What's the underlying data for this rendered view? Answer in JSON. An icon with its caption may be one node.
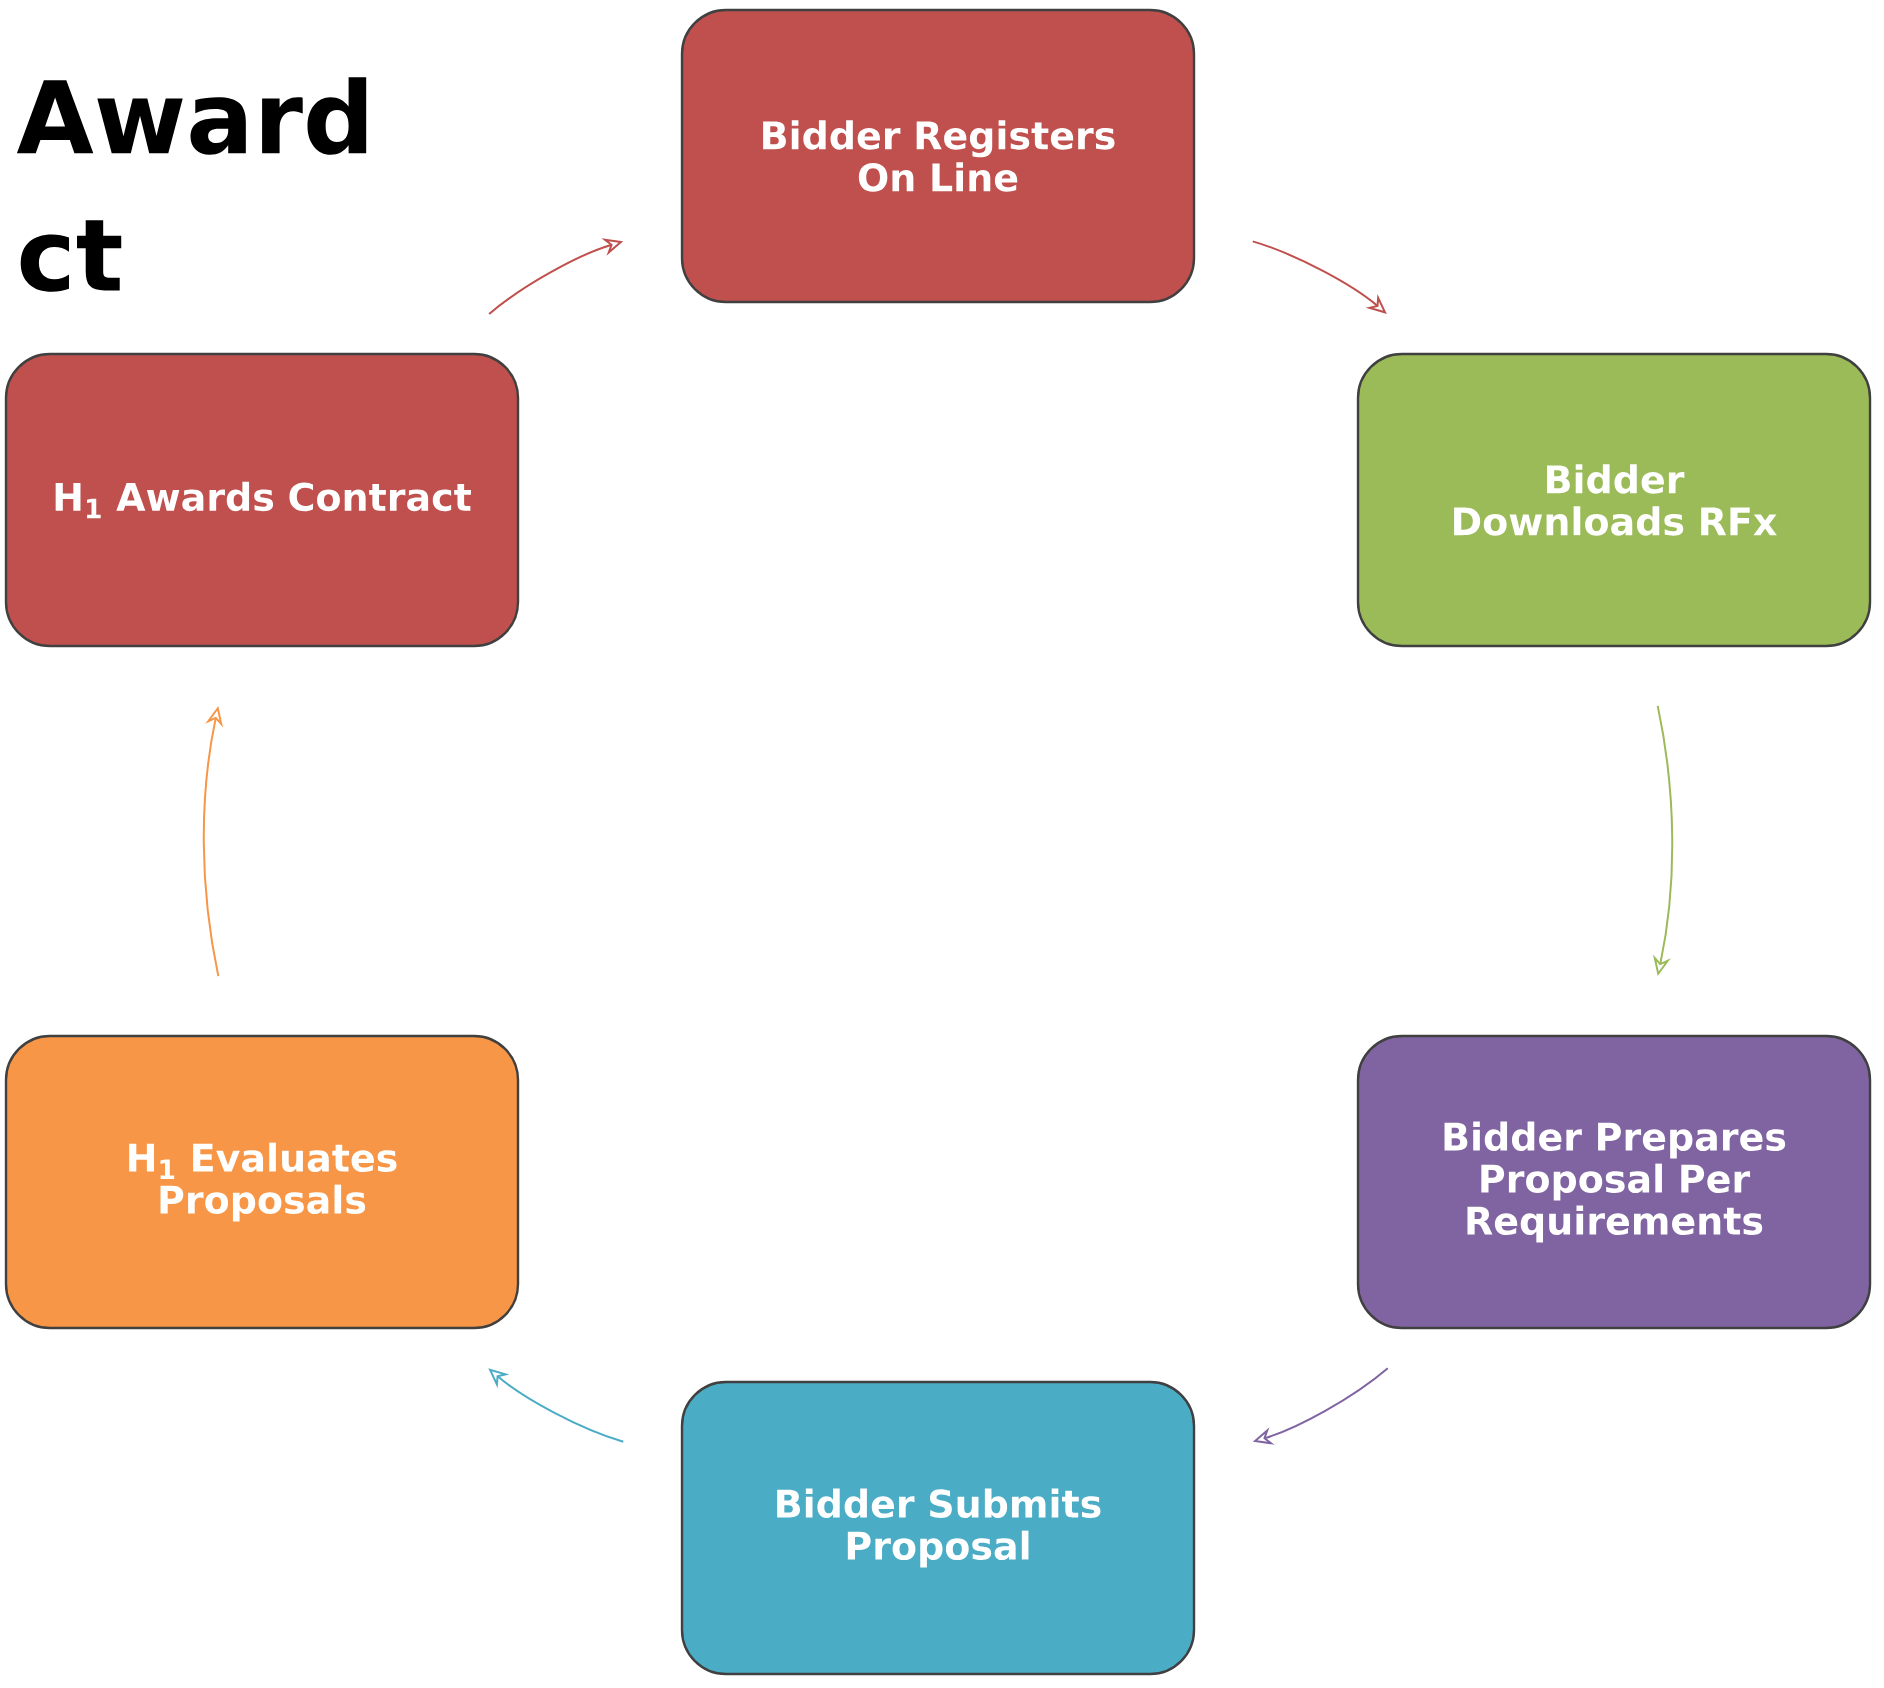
{
  "diagram": {
    "nodes": [
      {
        "text": [
          "Bidder Registers On Line"
        ]
      },
      {
        "text": [
          "Bidder Downloads RFx"
        ]
      },
      {
        "text": [
          "Bidder Prepares Proposal Per Requirements"
        ]
      },
      {
        "text": [
          "Bidder Submits Proposal"
        ]
      },
      {
        "text": [
          "H$_{1}$ Evaluates Proposals"
        ]
      },
      {
        "text": [
          "H$_{1}$ Awards Contract"
        ]
      }
    ],
    "edges": [
      {
        "from": 0,
        "to": 1,
        "arrow": "to",
        "color": "#c0504d"
      },
      {
        "from": 1,
        "to": 2,
        "arrow": "to",
        "color": "#9bbb59"
      },
      {
        "from": 2,
        "to": 3,
        "arrow": "to",
        "color": "#8064a2"
      },
      {
        "from": 3,
        "to": 4,
        "arrow": "to",
        "color": "#4bacc6"
      },
      {
        "from": 4,
        "to": 5,
        "arrow": "to",
        "color": "#f79646"
      },
      {
        "from": 5,
        "to": 0,
        "arrow": "to",
        "color": "#c0504d"
      }
    ],
    "labels": [
      "Award",
      "ct"
    ]
  }
}
